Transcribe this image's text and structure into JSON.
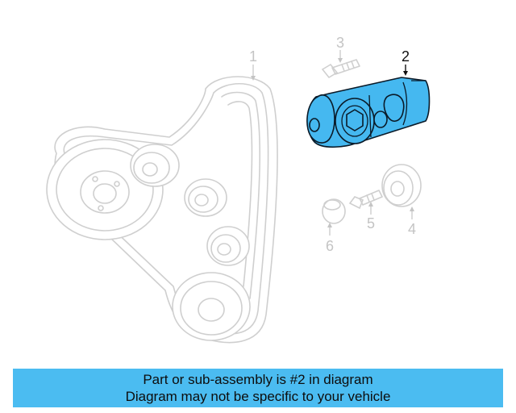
{
  "callouts": {
    "c1": "1",
    "c2": "2",
    "c3": "3",
    "c4": "4",
    "c5": "5",
    "c6": "6"
  },
  "highlight_color": "#45b8f0",
  "banner": {
    "line1": "Part or sub-assembly is #2 in diagram",
    "line2": "Diagram may not be specific to your vehicle"
  }
}
